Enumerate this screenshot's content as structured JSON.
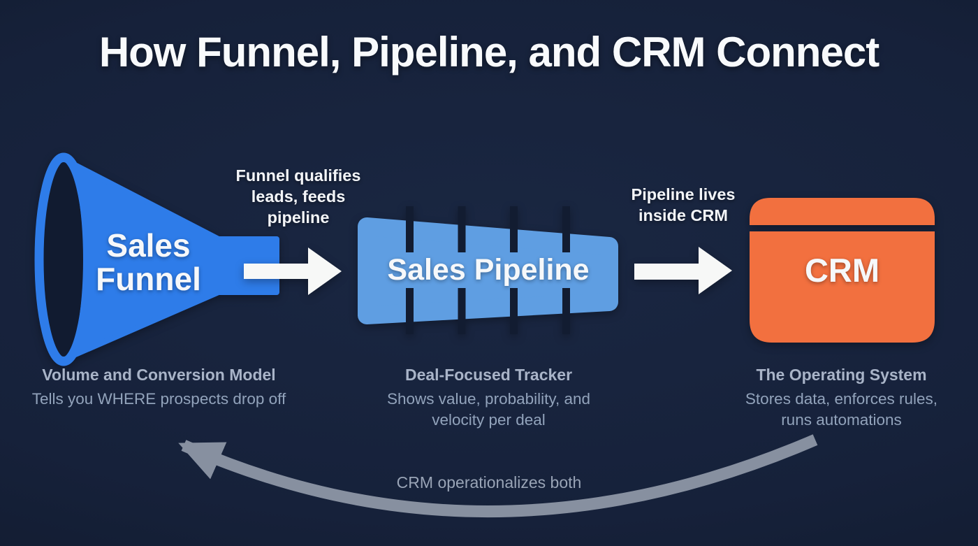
{
  "title": "How Funnel, Pipeline, and CRM Connect",
  "colors": {
    "background": "#15203a",
    "funnel_blue": "#2e7ce9",
    "pipeline_blue": "#5f9ee2",
    "crm_orange": "#f2703f",
    "arrow_white": "#f7f8f7",
    "loop_gray": "#a7b0bd",
    "heading_white": "#f8fafc",
    "caption_title_gray": "#a9b4c8",
    "caption_sub_gray": "#92a3bb"
  },
  "funnel": {
    "label_lines": [
      "Sales",
      "Funnel"
    ],
    "caption_title": "Volume and Conversion Model",
    "caption_sub_lines": [
      "Tells you WHERE prospects drop off"
    ]
  },
  "pipeline": {
    "label": "Sales Pipeline",
    "caption_title": "Deal-Focused Tracker",
    "caption_sub_lines": [
      "Shows value, probability, and",
      "velocity per deal"
    ]
  },
  "crm": {
    "label": "CRM",
    "caption_title": "The Operating System",
    "caption_sub_lines": [
      "Stores data, enforces rules,",
      "runs automations"
    ]
  },
  "connectors": {
    "funnel_to_pipeline_note_lines": [
      "Funnel qualifies",
      "leads, feeds",
      "pipeline"
    ],
    "pipeline_to_crm_note_lines": [
      "Pipeline lives",
      "inside CRM"
    ],
    "feedback_note": "CRM operationalizes both"
  }
}
